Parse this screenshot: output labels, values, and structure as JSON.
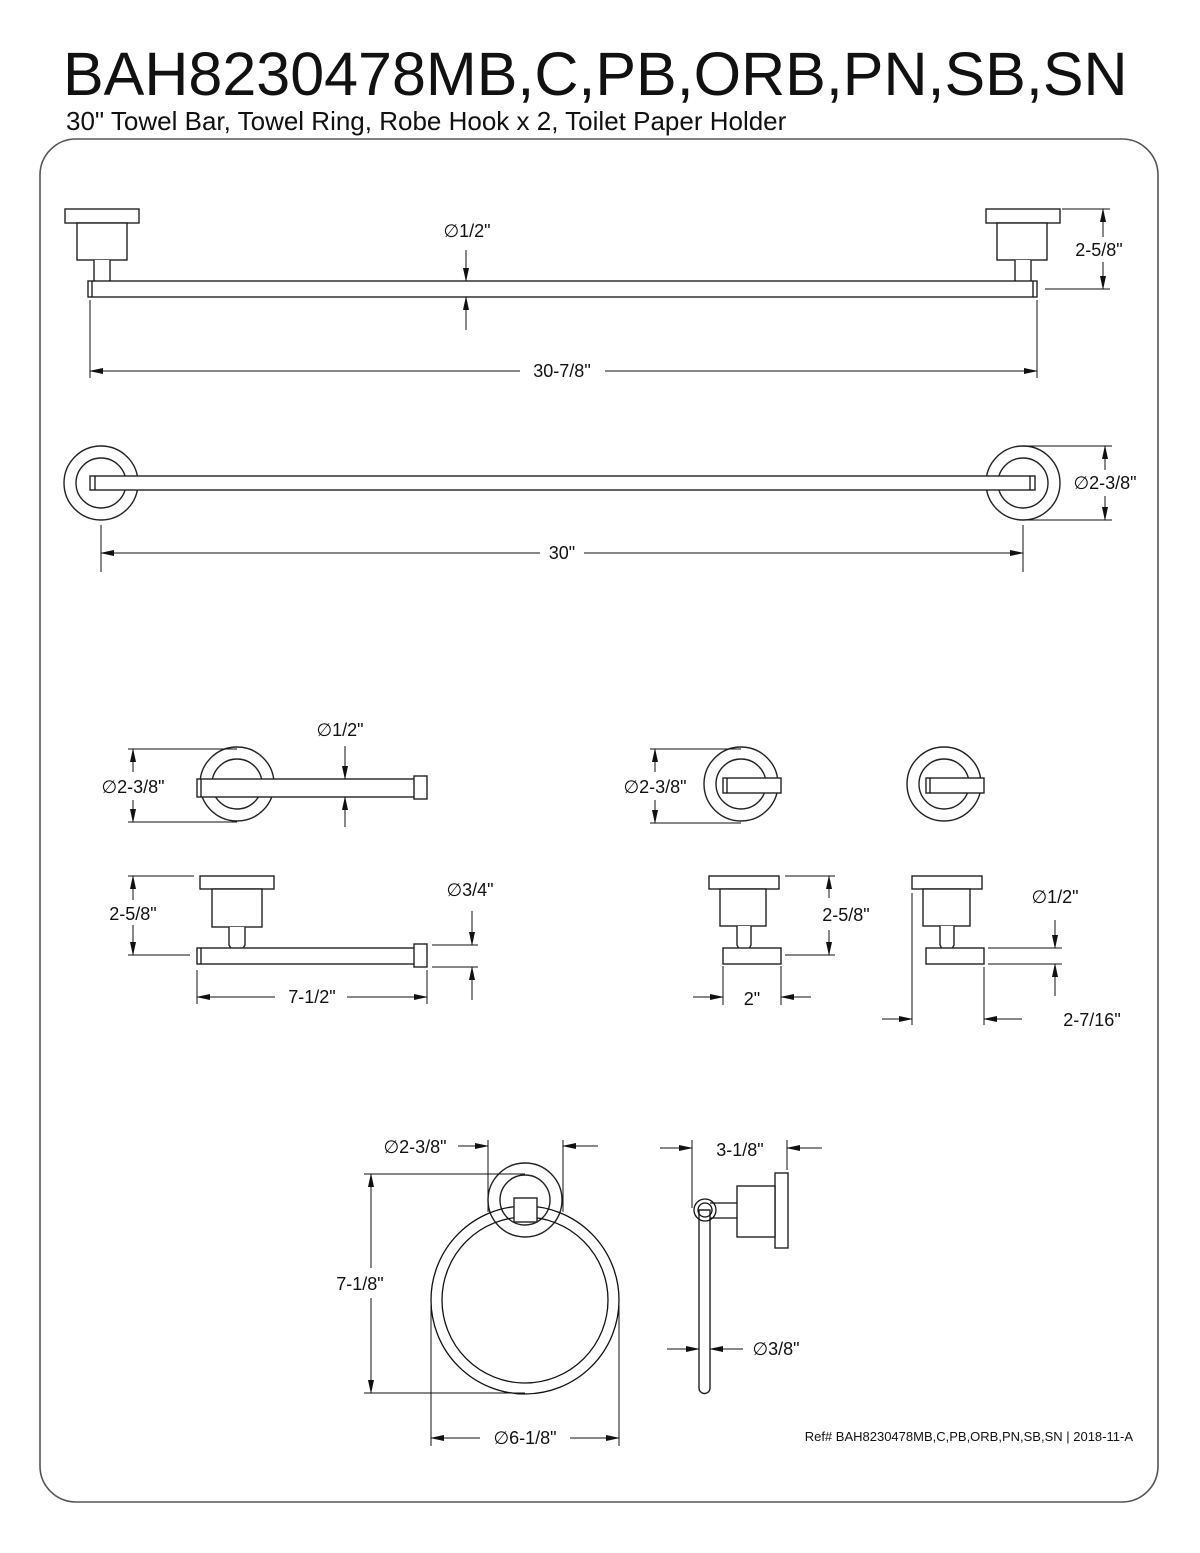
{
  "header": {
    "title": "BAH8230478MB,C,PB,ORB,PN,SB,SN",
    "subtitle": "30\" Towel Bar, Towel Ring, Robe Hook x 2, Toilet Paper Holder"
  },
  "towel_bar": {
    "bar_diameter": "∅1/2\"",
    "projection": "2-5/8\"",
    "overall_length": "30-7/8\"",
    "flange_diameter": "∅2-3/8\"",
    "center_length": "30\""
  },
  "paper_holder": {
    "flange_diameter": "∅2-3/8\"",
    "bar_diameter": "∅1/2\"",
    "projection": "2-5/8\"",
    "end_diameter": "∅3/4\"",
    "length": "7-1/2\""
  },
  "robe_hook": {
    "flange_diameter": "∅2-3/8\"",
    "projection": "2-5/8\"",
    "width": "2\"",
    "hook_diameter": "∅1/2\"",
    "projection_alt": "2-7/16\""
  },
  "towel_ring": {
    "flange_diameter": "∅2-3/8\"",
    "height": "7-1/8\"",
    "ring_diameter": "∅6-1/8\"",
    "projection": "3-1/8\"",
    "rod_diameter": "∅3/8\""
  },
  "footer": {
    "reference": "Ref# BAH8230478MB,C,PB,ORB,PN,SB,SN | 2018-11-A"
  }
}
